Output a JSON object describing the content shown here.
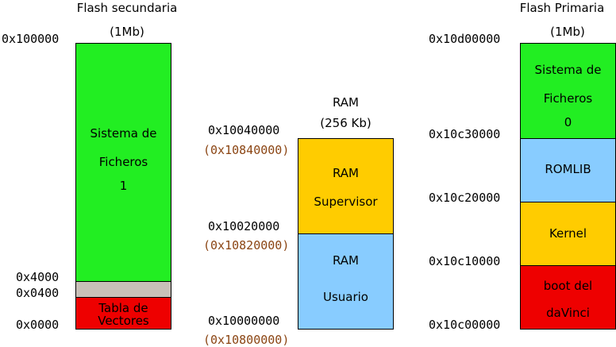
{
  "colors": {
    "green": "#22ee22",
    "gray": "#c8c0b8",
    "red": "#ee0000",
    "yellow": "#ffcc00",
    "blue": "#88ccff",
    "address_alt": "#8b4513"
  },
  "flash_secundaria": {
    "title": "Flash secundaria",
    "size": "(1Mb)",
    "addr_top": "0x100000",
    "addr_4000": "0x4000",
    "addr_0400": "0x0400",
    "addr_0000": "0x0000",
    "fs_line1": "Sistema de",
    "fs_line2": "Ficheros",
    "fs_line3": "1",
    "vt_line1": "Tabla de",
    "vt_line2": "Vectores"
  },
  "ram": {
    "title": "RAM",
    "size": "(256 Kb)",
    "addr_top": "0x10040000",
    "addr_top_alt": "(0x10840000)",
    "addr_mid": "0x10020000",
    "addr_mid_alt": "(0x10820000)",
    "addr_bot": "0x10000000",
    "addr_bot_alt": "(0x10800000)",
    "sup_line1": "RAM",
    "sup_line2": "Supervisor",
    "usr_line1": "RAM",
    "usr_line2": "Usuario"
  },
  "flash_primaria": {
    "title": "Flash Primaria",
    "size": "(1Mb)",
    "addr_d0000": "0x10d00000",
    "addr_c30000": "0x10c30000",
    "addr_c20000": "0x10c20000",
    "addr_c10000": "0x10c10000",
    "addr_c00000": "0x10c00000",
    "fs_line1": "Sistema de",
    "fs_line2": "Ficheros",
    "fs_line3": "0",
    "romlib": "ROMLIB",
    "kernel": "Kernel",
    "boot_line1": "boot del",
    "boot_line2": "daVinci"
  }
}
